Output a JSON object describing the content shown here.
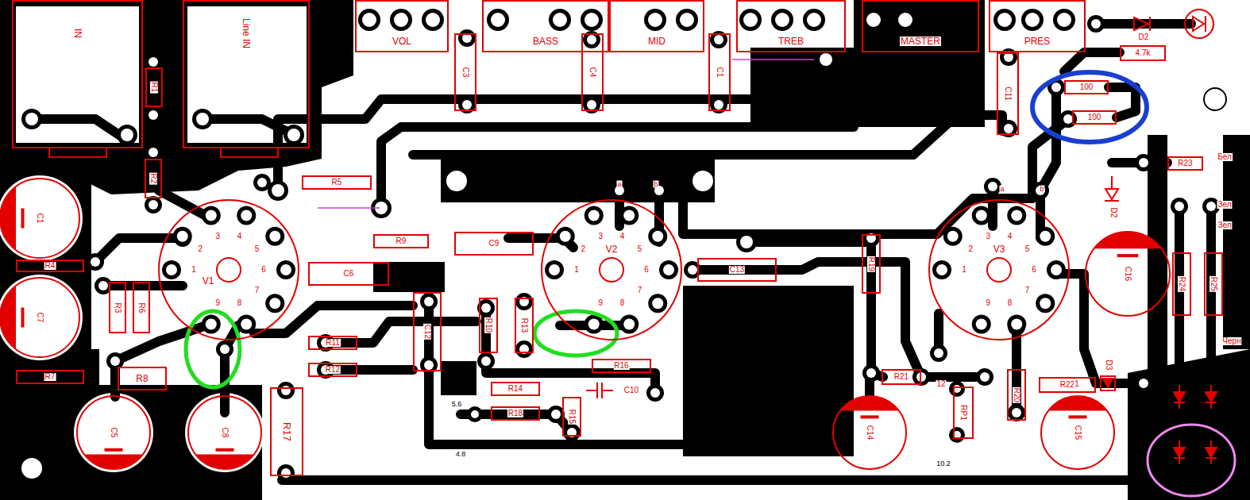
{
  "diagram": {
    "nodes": [
      {
        "text": [
          "IN"
        ]
      },
      {
        "text": [
          "Line IN"
        ]
      },
      {
        "text": [
          "VOL"
        ]
      },
      {
        "text": [
          "BASS"
        ]
      },
      {
        "text": [
          "MID"
        ]
      },
      {
        "text": [
          "TREB"
        ]
      },
      {
        "text": [
          "MASTER"
        ]
      },
      {
        "text": [
          "PRES"
        ]
      },
      {
        "text": [
          "4.7k"
        ]
      },
      {
        "text": [
          "R1"
        ]
      },
      {
        "text": [
          "C3"
        ]
      },
      {
        "text": [
          "C4"
        ]
      },
      {
        "text": [
          "C1"
        ]
      },
      {
        "text": [
          "C11"
        ]
      },
      {
        "text": [
          "100"
        ]
      },
      {
        "text": [
          "100"
        ]
      },
      {
        "text": [
          "R23"
        ]
      },
      {
        "text": [
          "R2"
        ]
      },
      {
        "text": [
          "R5"
        ]
      },
      {
        "text": [
          "C1"
        ]
      },
      {
        "text": [
          "V1",
          "1",
          "2",
          "3",
          "4",
          "5",
          "6",
          "7",
          "8",
          "9"
        ]
      },
      {
        "text": [
          "R9"
        ]
      },
      {
        "text": [
          "C9"
        ]
      },
      {
        "text": [
          "V2",
          "1",
          "2",
          "3",
          "4",
          "5",
          "6",
          "7",
          "8",
          "9"
        ]
      },
      {
        "text": [
          "C13"
        ]
      },
      {
        "text": [
          "R19"
        ]
      },
      {
        "text": [
          "V3",
          "1",
          "2",
          "3",
          "4",
          "5",
          "6",
          "7",
          "8",
          "9"
        ]
      },
      {
        "text": [
          "C16"
        ]
      },
      {
        "text": [
          "R24"
        ]
      },
      {
        "text": [
          "R25"
        ]
      },
      {
        "text": [
          "R4"
        ]
      },
      {
        "text": [
          "C6"
        ]
      },
      {
        "text": [
          "R3"
        ]
      },
      {
        "text": [
          "R6"
        ]
      },
      {
        "text": [
          "C7"
        ]
      },
      {
        "text": [
          "C12"
        ]
      },
      {
        "text": [
          "R10"
        ]
      },
      {
        "text": [
          "R13"
        ]
      },
      {
        "text": [
          "R11"
        ]
      },
      {
        "text": [
          "R12"
        ]
      },
      {
        "text": [
          "R7"
        ]
      },
      {
        "text": [
          "R8"
        ]
      },
      {
        "text": [
          "R16"
        ]
      },
      {
        "text": [
          "R21"
        ]
      },
      {
        "text": [
          "R22"
        ]
      },
      {
        "text": [
          "R20"
        ]
      },
      {
        "text": [
          "R14"
        ]
      },
      {
        "text": [
          "R18"
        ]
      },
      {
        "text": [
          "R15"
        ]
      },
      {
        "text": [
          "R17"
        ]
      },
      {
        "text": [
          "RP1"
        ]
      },
      {
        "text": [
          "C5"
        ]
      },
      {
        "text": [
          "C8"
        ]
      },
      {
        "text": [
          "C14"
        ]
      },
      {
        "text": [
          "C15"
        ]
      }
    ],
    "labels": [
      "C10",
      "D2",
      "D2",
      "D3",
      "Бел",
      "Зел",
      "Зел",
      "Черн",
      "12",
      "1",
      "5.6",
      "4.8",
      "10.2",
      "a",
      "b",
      "a",
      "b"
    ]
  }
}
